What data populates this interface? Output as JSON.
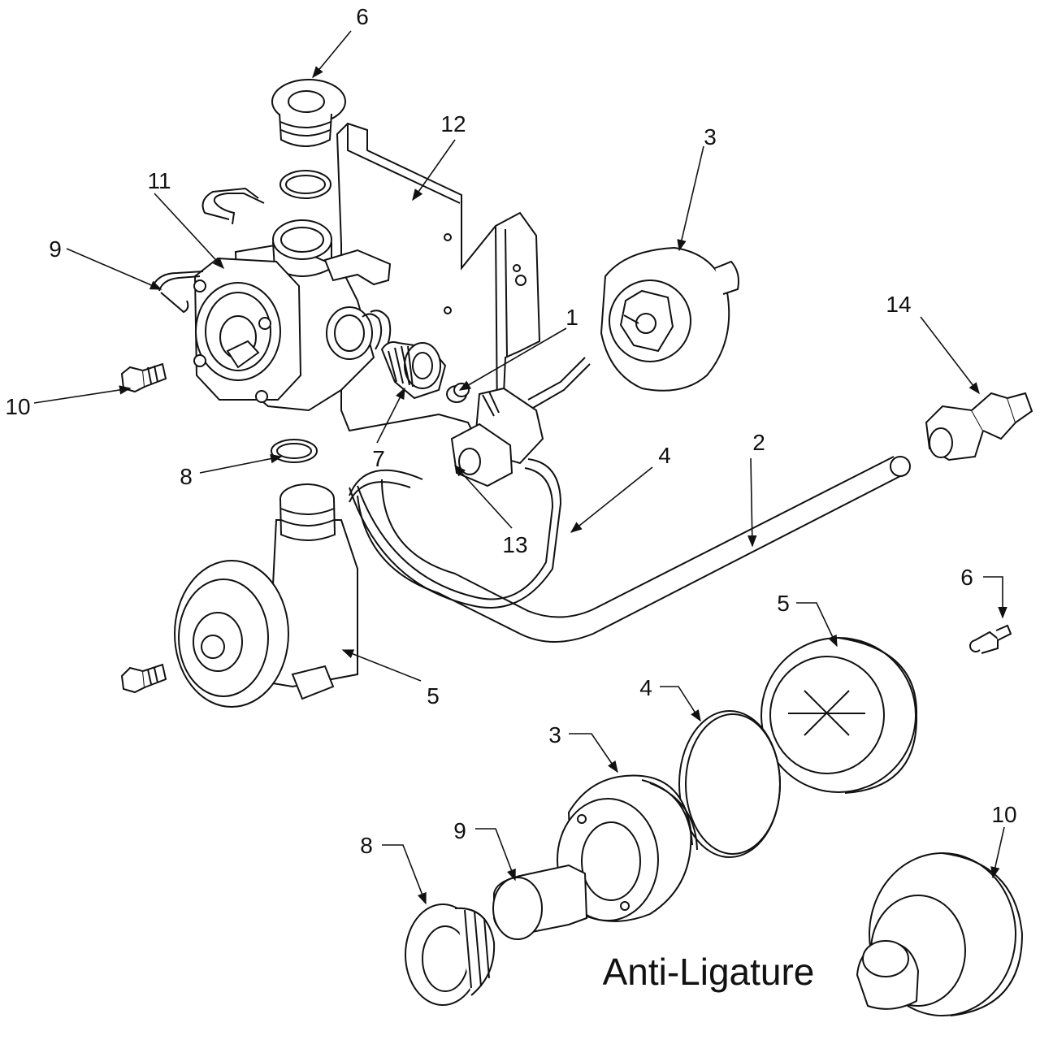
{
  "callouts": {
    "c1": "1",
    "c2": "2",
    "c3": "3",
    "c4": "4",
    "c5": "5",
    "c6": "6",
    "c7": "7",
    "c8": "8",
    "c9": "9",
    "c10": "10",
    "c11": "11",
    "c12": "12",
    "c13": "13",
    "c14": "14",
    "d3": "3",
    "d4": "4",
    "d5": "5",
    "d6": "6",
    "d8": "8",
    "d9": "9",
    "d10": "10"
  },
  "caption": "Anti-Ligature",
  "colors": {
    "stroke": "#111111",
    "background": "#ffffff"
  }
}
